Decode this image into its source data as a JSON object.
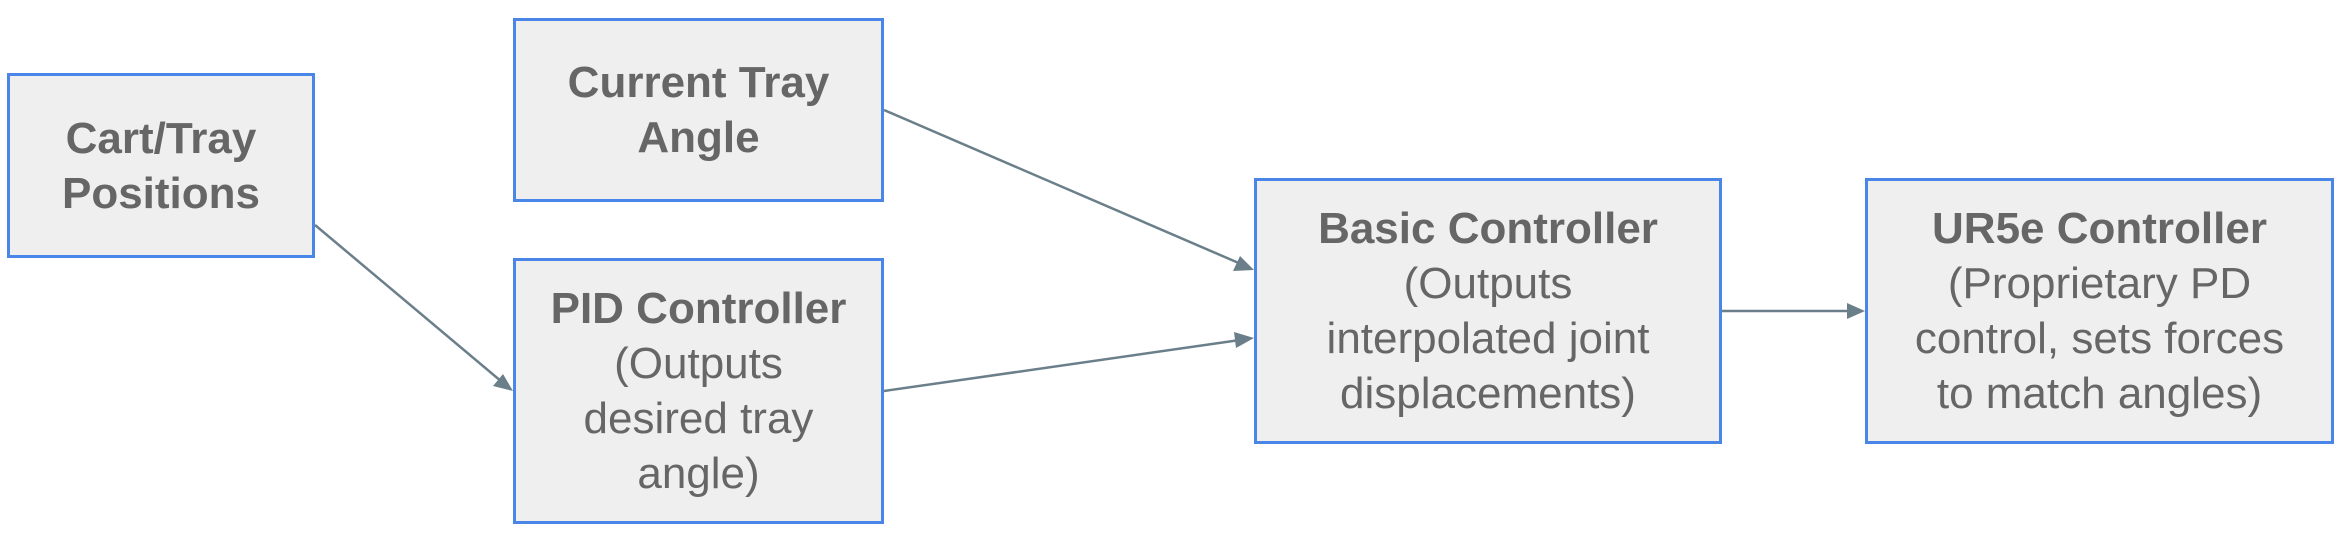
{
  "nodes": {
    "cart": {
      "title_lines": [
        "Cart/Tray",
        "Positions"
      ],
      "desc_lines": []
    },
    "angle": {
      "title_lines": [
        "Current Tray",
        "Angle"
      ],
      "desc_lines": []
    },
    "pid": {
      "title_lines": [
        "PID Controller"
      ],
      "desc_lines": [
        "(Outputs",
        "desired tray",
        "angle)"
      ]
    },
    "basic": {
      "title_lines": [
        "Basic Controller"
      ],
      "desc_lines": [
        "(Outputs",
        "interpolated joint",
        "displacements)"
      ]
    },
    "ur5e": {
      "title_lines": [
        "UR5e Controller"
      ],
      "desc_lines": [
        "(Proprietary PD",
        "control, sets forces",
        "to match angles)"
      ]
    }
  },
  "edges": [
    {
      "from": "cart",
      "to": "pid"
    },
    {
      "from": "angle",
      "to": "basic"
    },
    {
      "from": "pid",
      "to": "basic"
    },
    {
      "from": "basic",
      "to": "ur5e"
    }
  ],
  "colors": {
    "box_fill": "#efefef",
    "box_border": "#4a86e8",
    "text": "#666666",
    "arrow": "#6b7f8a"
  }
}
